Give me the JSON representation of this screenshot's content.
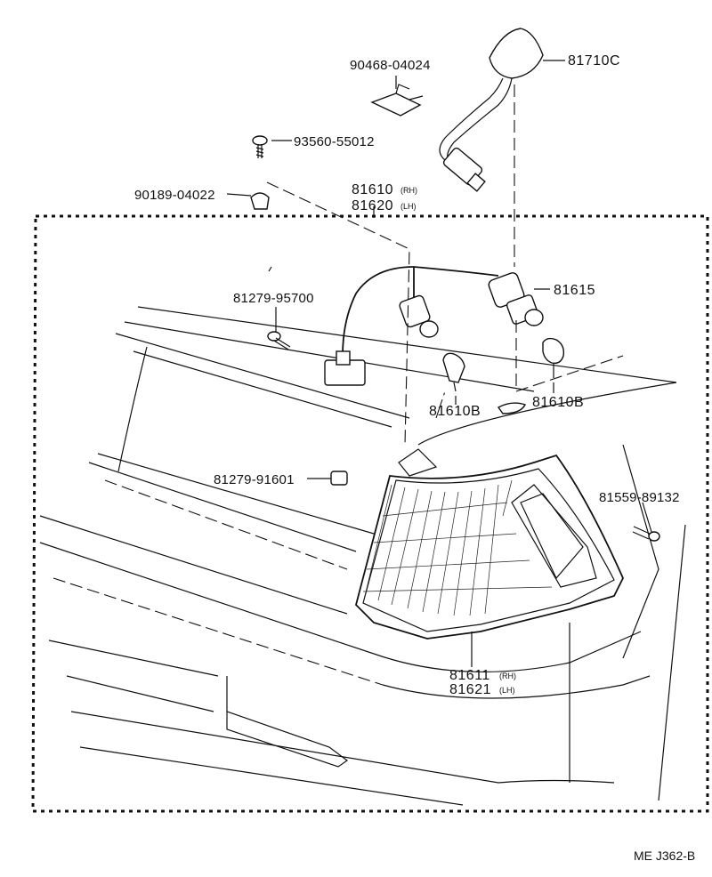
{
  "parts": {
    "p81710c": "81710C",
    "p90468": "90468-04024",
    "p93560": "93560-55012",
    "p90189": "90189-04022",
    "p81610": "81610",
    "p81620": "81620",
    "rh": "(RH)",
    "lh": "(LH)",
    "p81279_95700": "81279-95700",
    "p81615": "81615",
    "p81610b_left": "81610B",
    "p81610b_right": "81610B",
    "p81279_91601": "81279-91601",
    "p81559": "81559-89132",
    "p81611": "81611",
    "p81621": "81621"
  },
  "reference_code": "ME J362-B"
}
